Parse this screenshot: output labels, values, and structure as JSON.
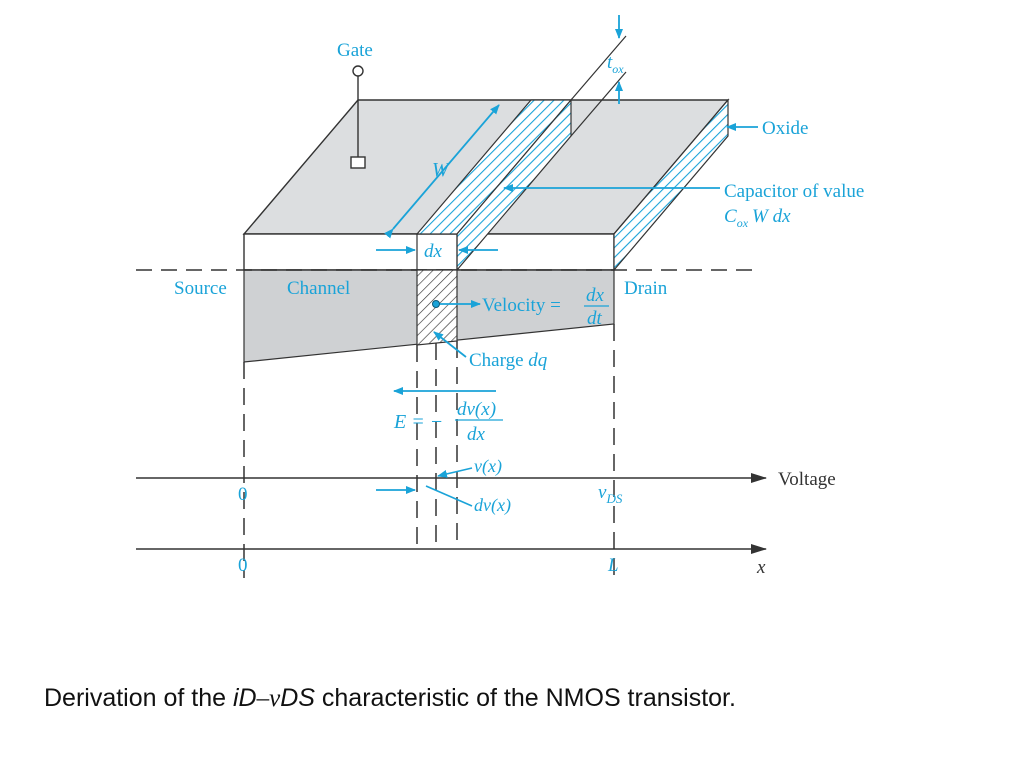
{
  "labels": {
    "gate": "Gate",
    "t": "t",
    "ox_sub": "ox",
    "oxide": "Oxide",
    "w": "W",
    "capacitor_line1": "Capacitor of value",
    "c": "C",
    "cap_rest": "W dx",
    "dx": "dx",
    "source": "Source",
    "channel": "Channel",
    "drain": "Drain",
    "velocity": "Velocity =",
    "vel_num": "dx",
    "vel_den": "dt",
    "charge": "Charge",
    "charge_var": "dq",
    "e_lhs": "E = −",
    "e_num": "dv(x)",
    "e_den": "dx",
    "v_x": "v(x)",
    "dv_x": "dv(x)",
    "zero_voltage": "0",
    "v_ds_v": "v",
    "v_ds_sub": "DS",
    "voltage": "Voltage",
    "zero_x": "0",
    "l": "L",
    "x": "x"
  },
  "caption": {
    "pre": "Derivation of the",
    "id": "iD",
    "dash": "–",
    "v": "v",
    "ds": "DS",
    "post": "characteristic of the NMOS transistor."
  },
  "colors": {
    "accent": "#1aa3d8",
    "line": "#333333",
    "slab": "#dcdee0",
    "channel": "#cfd1d3"
  }
}
